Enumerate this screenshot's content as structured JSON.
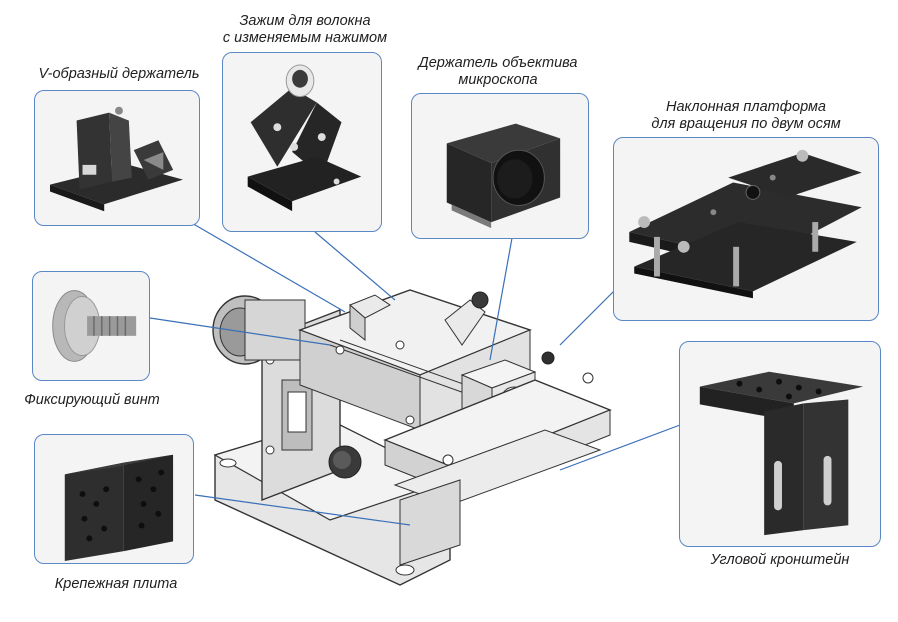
{
  "labels": {
    "v_holder": "V-образный держатель",
    "fiber_clamp_line1": "Зажим для волокна",
    "fiber_clamp_line2": "с изменяемым нажимом",
    "objective_holder_line1": "Держатель объектива",
    "objective_holder_line2": "микроскопа",
    "tilt_platform_line1": "Наклонная платформа",
    "tilt_platform_line2": "для вращения по двум осям",
    "set_screw": "Фиксирующий винт",
    "mount_plate": "Крепежная плита",
    "angle_bracket": "Угловой кронштейн"
  },
  "colors": {
    "box_border": "#5b87c4",
    "leader_line": "#3a70b8",
    "metal_dark": "#2a2a2a",
    "metal_light": "#c9c9c9",
    "box_bg": "#f4f4f4"
  }
}
